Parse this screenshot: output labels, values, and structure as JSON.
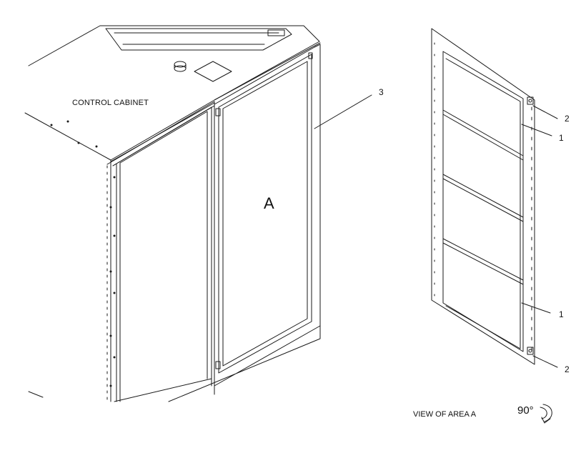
{
  "drawing": {
    "cabinet_label": "CONTROL CABINET",
    "area_letter": "A",
    "view_caption": "VIEW OF AREA  A",
    "rotation": "90°",
    "callouts": {
      "c3": "3",
      "c2_top": "2",
      "c1_top": "1",
      "c1_bottom": "1",
      "c2_bottom": "2"
    },
    "line_color": "#1a1a1a"
  }
}
